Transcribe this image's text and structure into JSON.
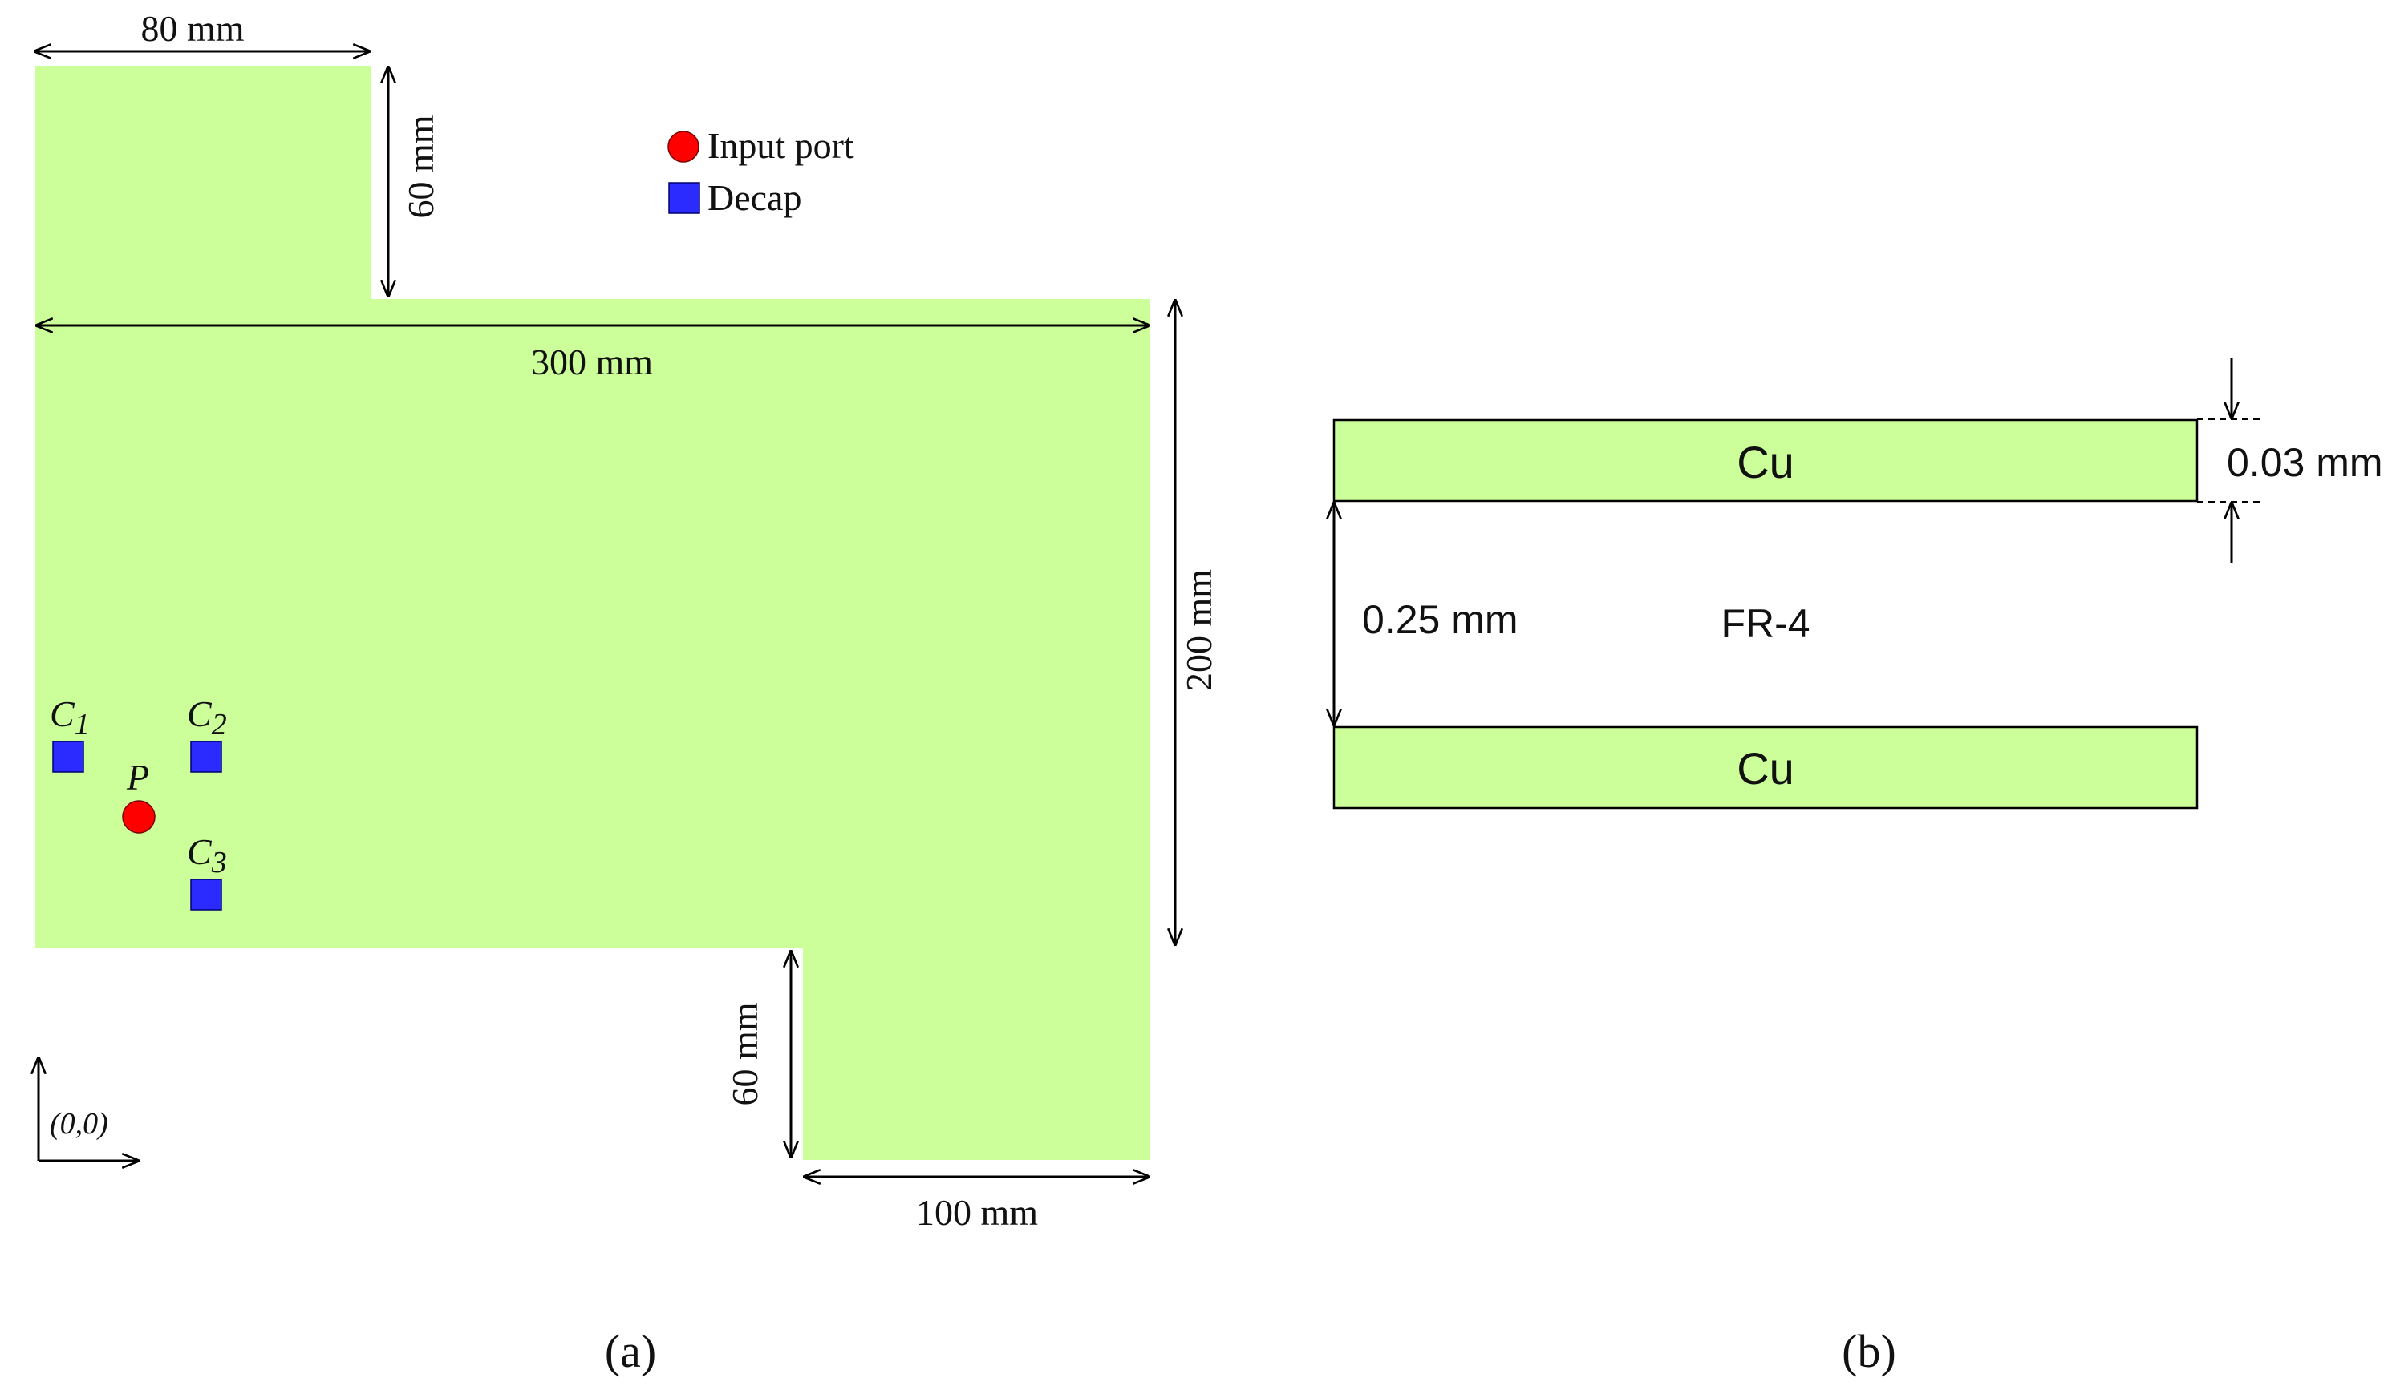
{
  "colors": {
    "board_fill": "#ccff99",
    "input_port": "#ff0000",
    "decap": "#2b2bff",
    "line": "#000000"
  },
  "panel_a": {
    "caption": "(a)",
    "legend": {
      "input_port_label": "Input port",
      "decap_label": "Decap"
    },
    "dimensions": {
      "top_width": "80 mm",
      "top_height": "60 mm",
      "main_width": "300 mm",
      "main_height": "200 mm",
      "bottom_height": "60 mm",
      "bottom_width": "100 mm"
    },
    "origin_label": "(0,0)",
    "port_label": "P",
    "decaps": [
      {
        "name": "C",
        "sub": "1"
      },
      {
        "name": "C",
        "sub": "2"
      },
      {
        "name": "C",
        "sub": "3"
      }
    ]
  },
  "panel_b": {
    "caption": "(b)",
    "top_layer": "Cu",
    "bottom_layer": "Cu",
    "dielectric": "FR-4",
    "copper_thickness": "0.03 mm",
    "dielectric_thickness": "0.25 mm"
  }
}
